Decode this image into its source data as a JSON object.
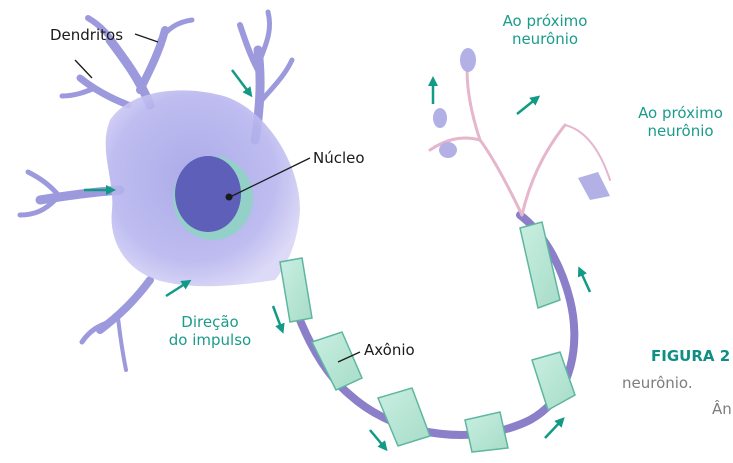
{
  "labels": {
    "dendritos": "Dendritos",
    "nucleo": "Núcleo",
    "axonio": "Axônio",
    "direcao_line1": "Direção",
    "direcao_line2": "do impulso",
    "proximo_top_line1": "Ao próximo",
    "proximo_top_line2": "neurônio",
    "proximo_right_line1": "Ao próximo",
    "proximo_right_line2": "neurônio"
  },
  "caption": {
    "figure": "FIGURA 2",
    "line1": "neurônio.",
    "line2": "Ân"
  },
  "colors": {
    "arrow": "#139a86",
    "label_teal": "#1a9c8c",
    "figure_label": "#0f8f84",
    "caption_gray": "#7d7d7d",
    "cell_body": "#a9a8e6",
    "nucleus": "#5d5fb8",
    "myelin": "#b9e6d8",
    "myelin_edge": "#5fb6a0",
    "node": "#8a7fc8"
  }
}
